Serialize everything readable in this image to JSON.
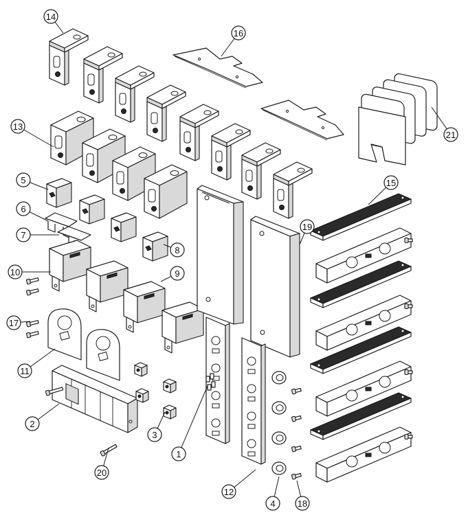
{
  "diagram": {
    "type": "exploded parts diagram",
    "callouts": [
      {
        "label": "1"
      },
      {
        "label": "2"
      },
      {
        "label": "3"
      },
      {
        "label": "4"
      },
      {
        "label": "5"
      },
      {
        "label": "6"
      },
      {
        "label": "7"
      },
      {
        "label": "8"
      },
      {
        "label": "9"
      },
      {
        "label": "10"
      },
      {
        "label": "11"
      },
      {
        "label": "12"
      },
      {
        "label": "13"
      },
      {
        "label": "14"
      },
      {
        "label": "15"
      },
      {
        "label": "16"
      },
      {
        "label": "17"
      },
      {
        "label": "18"
      },
      {
        "label": "19"
      },
      {
        "label": "20"
      },
      {
        "label": "21"
      }
    ]
  }
}
